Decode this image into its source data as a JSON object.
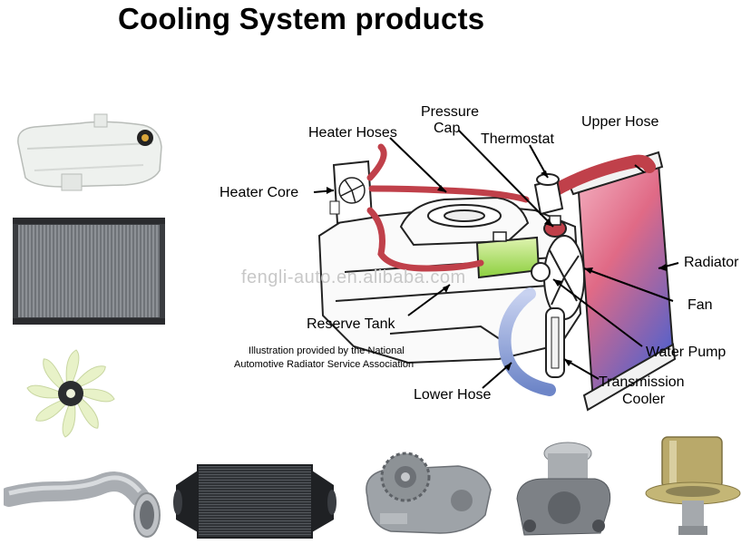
{
  "title": "Cooling System products",
  "watermark": "fengli-auto.en.alibaba.com",
  "credit": {
    "line1": "Illustration provided by the National",
    "line2": "Automotive Radiator Service Association"
  },
  "labels": {
    "heater_hoses": "Heater Hoses",
    "pressure_cap_1": "Pressure",
    "pressure_cap_2": "Cap",
    "thermostat": "Thermostat",
    "upper_hose": "Upper Hose",
    "heater_core": "Heater Core",
    "radiator": "Radiator",
    "fan": "Fan",
    "reserve_tank": "Reserve Tank",
    "water_pump": "Water Pump",
    "lower_hose": "Lower Hose",
    "transmission_cooler_1": "Transmission",
    "transmission_cooler_2": "Cooler"
  },
  "product_icons": [
    "coolant-reservoir-tank",
    "radiator-core",
    "cooling-fan-blade",
    "coolant-pipe",
    "intercooler",
    "water-pump-gear",
    "water-pump",
    "thermostat"
  ],
  "colors": {
    "hose_red": "#c0404a",
    "radiator_pink": "#e06a86",
    "radiator_blue": "#5a62c8",
    "reserve_green": "#9ad84a",
    "lower_hose_blue": "#6e86c8"
  }
}
